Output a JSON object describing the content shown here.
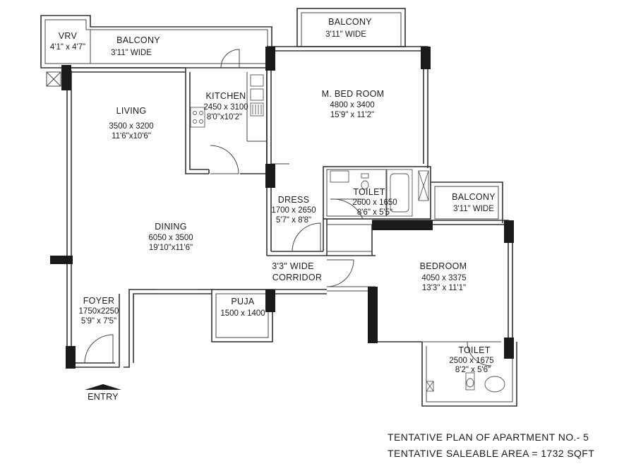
{
  "rooms": {
    "vrv": {
      "name": "VRV",
      "dim1": "4'1\" x 4'7\""
    },
    "balcony_living": {
      "name": "BALCONY",
      "dim1": "3'11\" WIDE"
    },
    "balcony_master": {
      "name": "BALCONY",
      "dim1": "3'11\" WIDE"
    },
    "kitchen": {
      "name": "KITCHEN",
      "dim1": "2450 x 3100",
      "dim2": "8'0\"x10'2\""
    },
    "master_bedroom": {
      "name": "M. BED ROOM",
      "dim1": "4800 x 3400",
      "dim2": "15'9\" x 11'2\""
    },
    "living": {
      "name": "LIVING",
      "dim1": "3500 x 3200",
      "dim2": "11'6\"x10'6\""
    },
    "dress": {
      "name": "DRESS",
      "dim1": "1700 x 2650",
      "dim2": "5'7\" x 8'8\""
    },
    "toilet_master": {
      "name": "TOILET",
      "dim1": "2600 x 1650",
      "dim2": "8'6\" x 5'5\""
    },
    "balcony_bedroom": {
      "name": "BALCONY",
      "dim1": "3'11\" WIDE"
    },
    "dining": {
      "name": "DINING",
      "dim1": "6050 x 3500",
      "dim2": "19'10\"x11'6\""
    },
    "corridor": {
      "name": "3'3\" WIDE",
      "dim1": "CORRIDOR"
    },
    "bedroom": {
      "name": "BEDROOM",
      "dim1": "4050 x 3375",
      "dim2": "13'3\" x 11'1\""
    },
    "foyer": {
      "name": "FOYER",
      "dim1": "1750x2250",
      "dim2": "5'9\" x 7'5\""
    },
    "puja": {
      "name": "PUJA",
      "dim1": "1500 x 1400"
    },
    "toilet_bedroom": {
      "name": "TOILET",
      "dim1": "2500 x 1675",
      "dim2": "8'2\" x 5'6\""
    }
  },
  "entry_label": "ENTRY",
  "footer": {
    "line1": "TENTATIVE PLAN OF  APARTMENT NO.- 5",
    "line2": "TENTATIVE SALEABLE AREA = 1732 SQFT"
  }
}
